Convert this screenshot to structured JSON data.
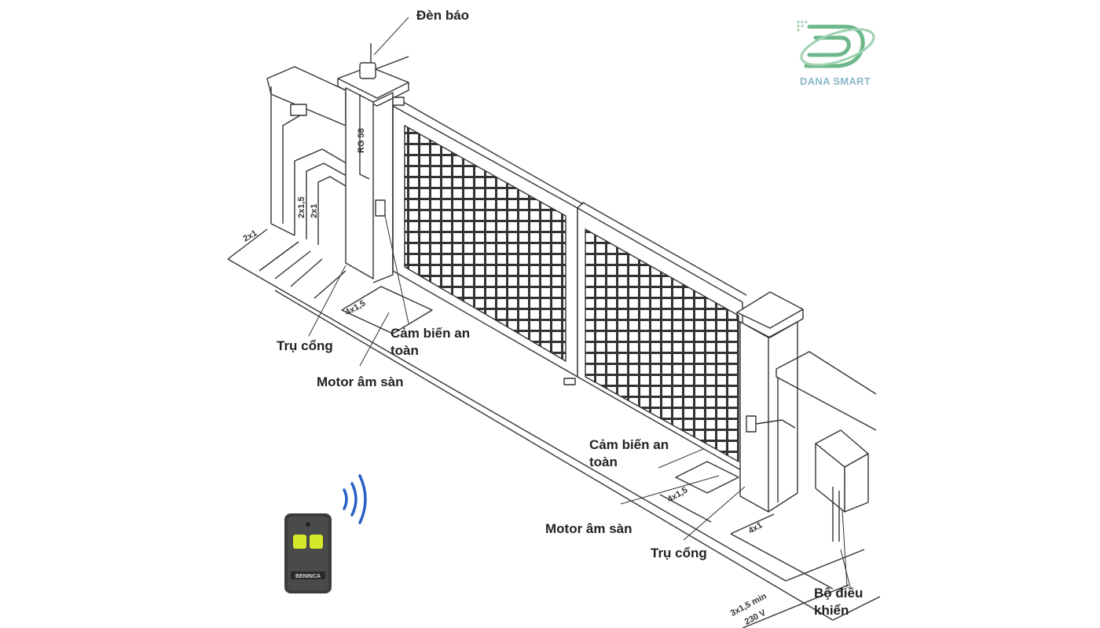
{
  "labels": {
    "den_bao": "Đèn báo",
    "tru_cong_left": "Trụ cổng",
    "cam_bien_left_1": "Cảm biến an",
    "cam_bien_left_2": "toàn",
    "motor_left": "Motor âm sàn",
    "cam_bien_right_1": "Cảm biến an",
    "cam_bien_right_2": "toàn",
    "motor_right": "Motor âm sàn",
    "tru_cong_right": "Trụ cổng",
    "bo_dieu_khien_1": "Bộ điều",
    "bo_dieu_khien_2": "khiển"
  },
  "wire_labels": {
    "rg58": "RG 58",
    "w_2x15": "2x1,5",
    "w_2x1_vertical": "2x1",
    "w_2x1_ground": "2x1",
    "w_4x15_left": "4x1,5",
    "w_4x15_right": "4x1,5",
    "w_4x1": "4x1",
    "w_power_1": "3x1,5 min",
    "w_power_2": "230 V"
  },
  "remote": {
    "brand": "BENINCA"
  },
  "logo": {
    "text": "DANA SMART"
  },
  "colors": {
    "line": "#333333",
    "logo": "#8ab8c8",
    "logo_green": "#6db88a",
    "remote_body": "#3c3c3c",
    "remote_button": "#d6e82a",
    "signal": "#2a5fc8"
  }
}
